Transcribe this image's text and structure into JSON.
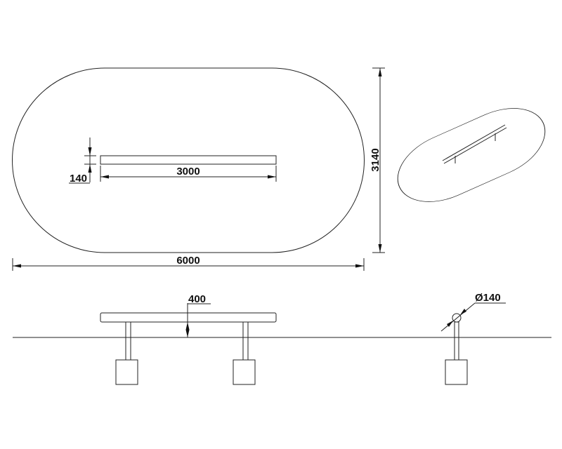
{
  "plan_view": {
    "bar_thickness_label": "140",
    "bar_length_label": "3000",
    "overall_length_label": "6000",
    "overall_width_label": "3140"
  },
  "elevation_view": {
    "height_label": "400",
    "diameter_label": "Ø140"
  }
}
